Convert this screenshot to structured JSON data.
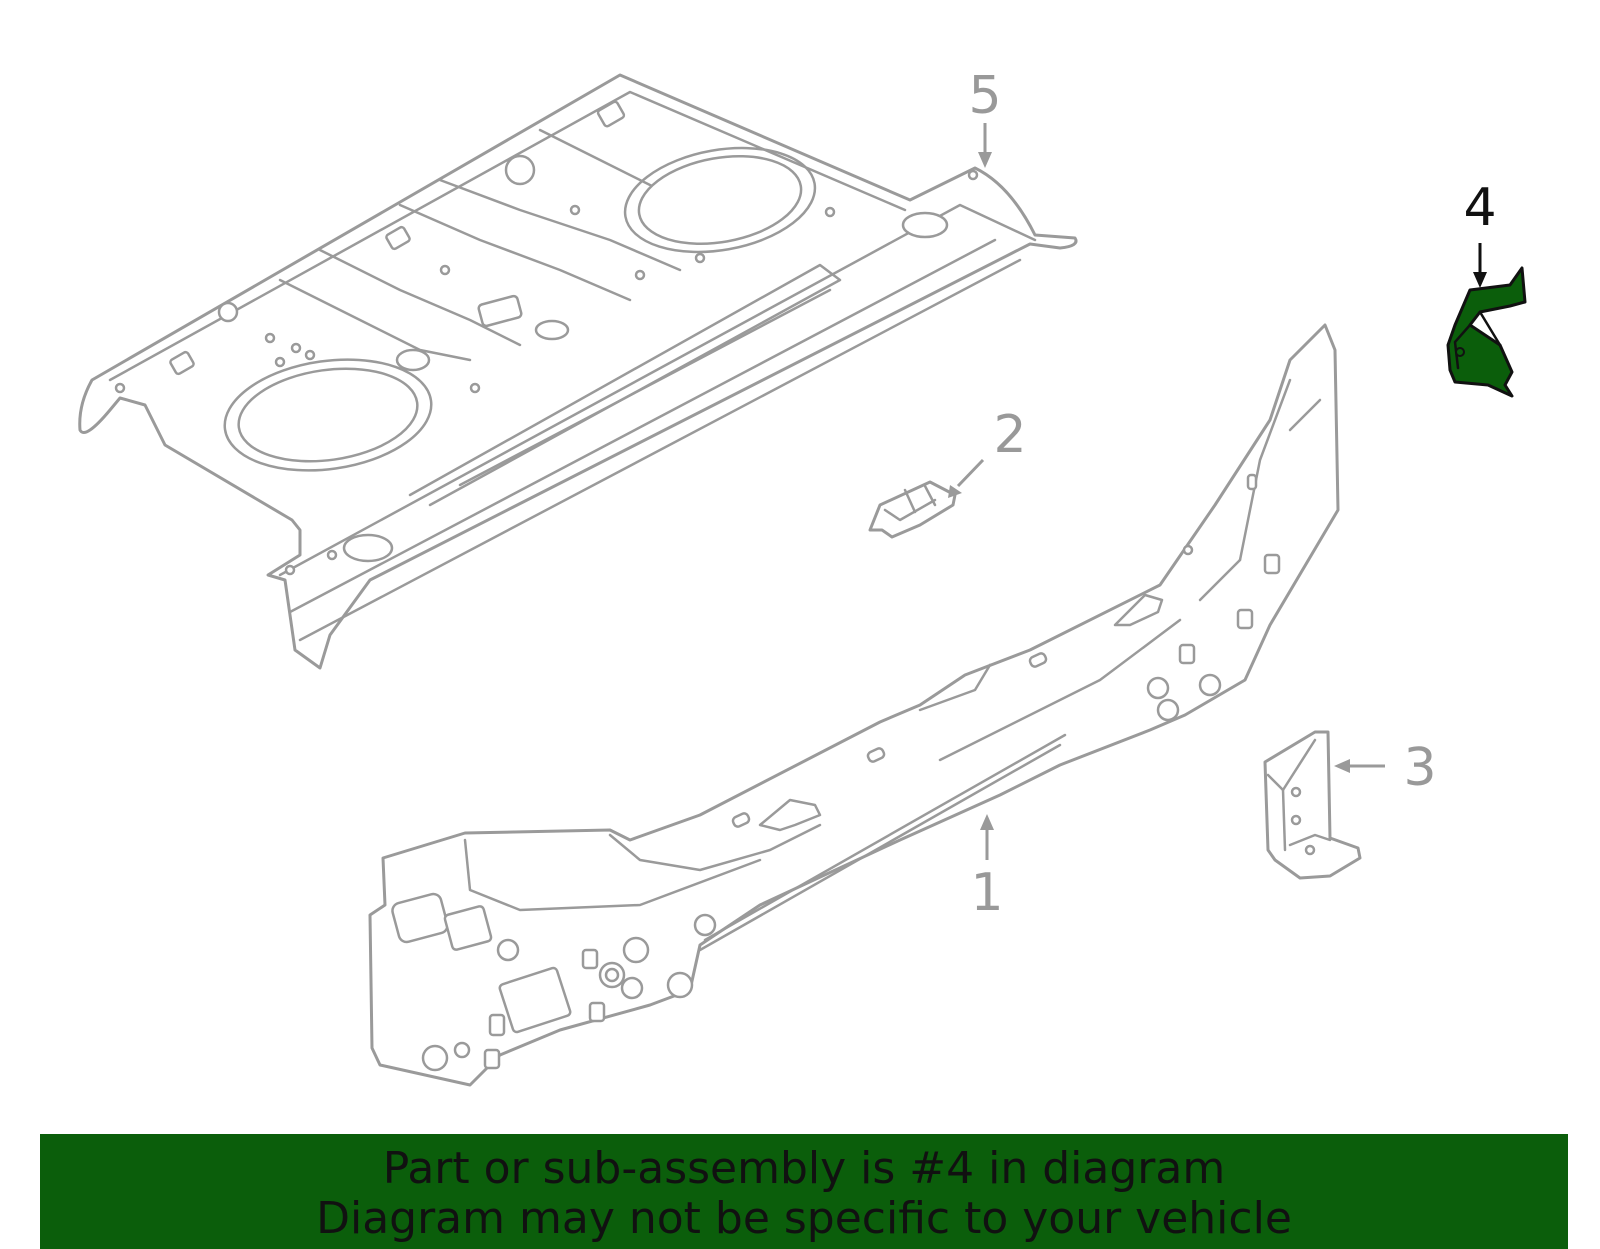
{
  "diagram": {
    "callouts": [
      {
        "id": "1",
        "label": "1",
        "highlighted": false
      },
      {
        "id": "2",
        "label": "2",
        "highlighted": false
      },
      {
        "id": "3",
        "label": "3",
        "highlighted": false
      },
      {
        "id": "4",
        "label": "4",
        "highlighted": true
      },
      {
        "id": "5",
        "label": "5",
        "highlighted": false
      }
    ],
    "highlight_color": "#0b5e0b",
    "line_color": "#9a9a9a"
  },
  "banner": {
    "line1": "Part or sub-assembly is #4 in diagram",
    "line2": "Diagram may not be specific to your vehicle",
    "background": "#0b5e0b"
  }
}
